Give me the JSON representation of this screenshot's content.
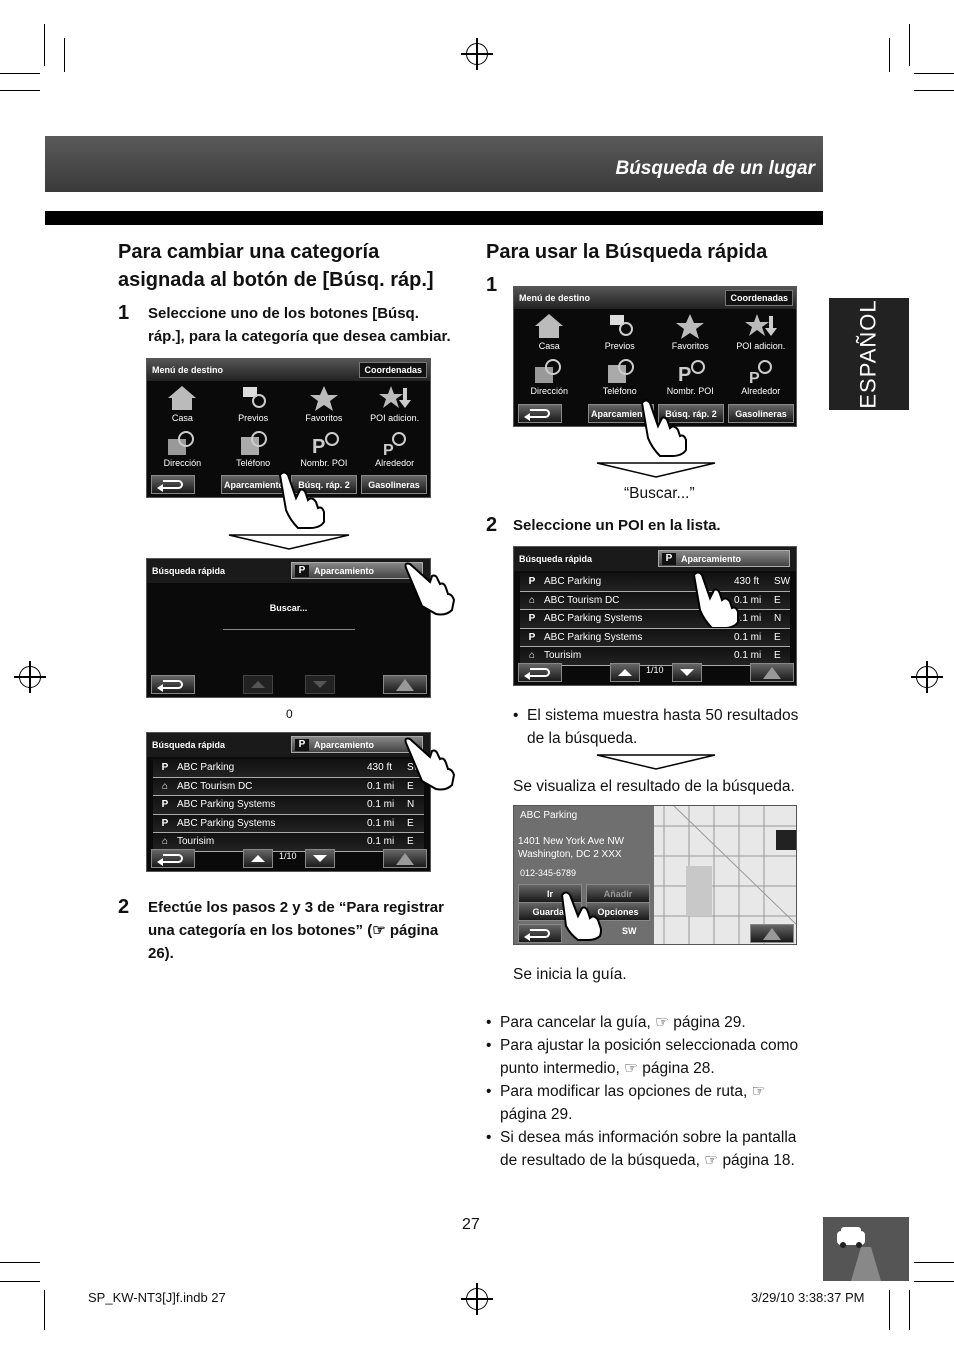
{
  "header": {
    "section_title": "Búsqueda de un lugar",
    "language_tab": "ESPAÑOL"
  },
  "left": {
    "heading": "Para cambiar una categoría asignada al botón de [Búsq. ráp.]",
    "step1_num": "1",
    "step1_text": "Seleccione uno de los botones [Búsq. ráp.], para la categoría que desea cambiar.",
    "step2_num": "2",
    "step2_text": "Efectúe los pasos 2 y 3 de “Para registrar una categoría en los botones” (☞ página 26).",
    "searching_label": "Buscar...",
    "zero_label": "0"
  },
  "right": {
    "heading": "Para usar la Búsqueda rápida",
    "step1_num": "1",
    "buscar_caption": "“Buscar...”",
    "step2_num": "2",
    "step2_text": "Seleccione un POI en la lista.",
    "bullet1": "El sistema muestra hasta 50 resultados de la búsqueda.",
    "result_caption": "Se visualiza el resultado de la búsqueda.",
    "guide_caption": "Se inicia la guía.",
    "notes": [
      "Para cancelar la guía, ☞ página 29.",
      "Para ajustar la posición seleccionada como punto intermedio, ☞ página 28.",
      "Para modificar las opciones de ruta, ☞ página 29.",
      "Si desea más información sobre la pantalla de resultado de la búsqueda, ☞ página 18."
    ]
  },
  "menu_screen": {
    "title": "Menú de destino",
    "coord_button": "Coordenadas",
    "items": [
      "Casa",
      "Previos",
      "Favoritos",
      "POI adicion.",
      "Dirección",
      "Teléfono",
      "Nombr. POI",
      "Alrededor"
    ],
    "quick_buttons": [
      "Aparcamiento",
      "Búsq. ráp. 2",
      "Gasolineras"
    ]
  },
  "quick_screen": {
    "title": "Búsqueda rápida",
    "category_icon": "P",
    "category": "Aparcamiento",
    "page_num": "1",
    "page_total": "10"
  },
  "results": [
    {
      "icon": "P",
      "name": "ABC Parking",
      "dist": "430 ft",
      "dir": "SW"
    },
    {
      "icon": "⌂",
      "name": "ABC Tourism DC",
      "dist": "0.1 mi",
      "dir": "E"
    },
    {
      "icon": "P",
      "name": "ABC Parking Systems",
      "dist": "0.1 mi",
      "dir": "N"
    },
    {
      "icon": "P",
      "name": "ABC Parking Systems",
      "dist": "0.1 mi",
      "dir": "E"
    },
    {
      "icon": "⌂",
      "name": "Tourisim",
      "dist": "0.1 mi",
      "dir": "E"
    }
  ],
  "map_screen": {
    "name": "ABC Parking",
    "address1": "1401 New York Ave NW",
    "address2": "Washington, DC 2 XXX",
    "phone": "012-345-6789",
    "go_button": "Ir",
    "add_button": "Añadir",
    "save_button": "Guardar",
    "options_button": "Opciones",
    "direction": "SW"
  },
  "page_number": "27",
  "footer": {
    "file": "SP_KW-NT3[J]f.indb   27",
    "date": "3/29/10   3:38:37 PM"
  }
}
